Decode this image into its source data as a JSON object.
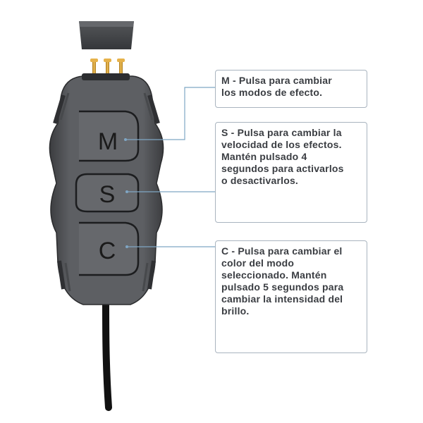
{
  "colors": {
    "body": "#5b5d61",
    "button": "#6a6c70",
    "button_outline": "#1c1d1f",
    "grip": "#3a3b3e",
    "cable": "#111111",
    "pins": "#d8a530",
    "leader_line": "#7fa6c4",
    "callout_border": "#a9b4bf",
    "callout_text": "#3a3d42"
  },
  "buttons": {
    "m": {
      "letter": "M"
    },
    "s": {
      "letter": "S"
    },
    "c": {
      "letter": "C"
    }
  },
  "callouts": {
    "m": "M - Pulsa para cambiar\nlos modos de efecto.",
    "s": "S - Pulsa para cambiar la\nvelocidad de los efectos.\nMantén pulsado 4\nsegundos para activarlos\no desactivarlos.",
    "c": "C - Pulsa para cambiar el\ncolor del modo\nseleccionado. Mantén\npulsado 5 segundos para\ncambiar la intensidad del\nbrillo."
  }
}
